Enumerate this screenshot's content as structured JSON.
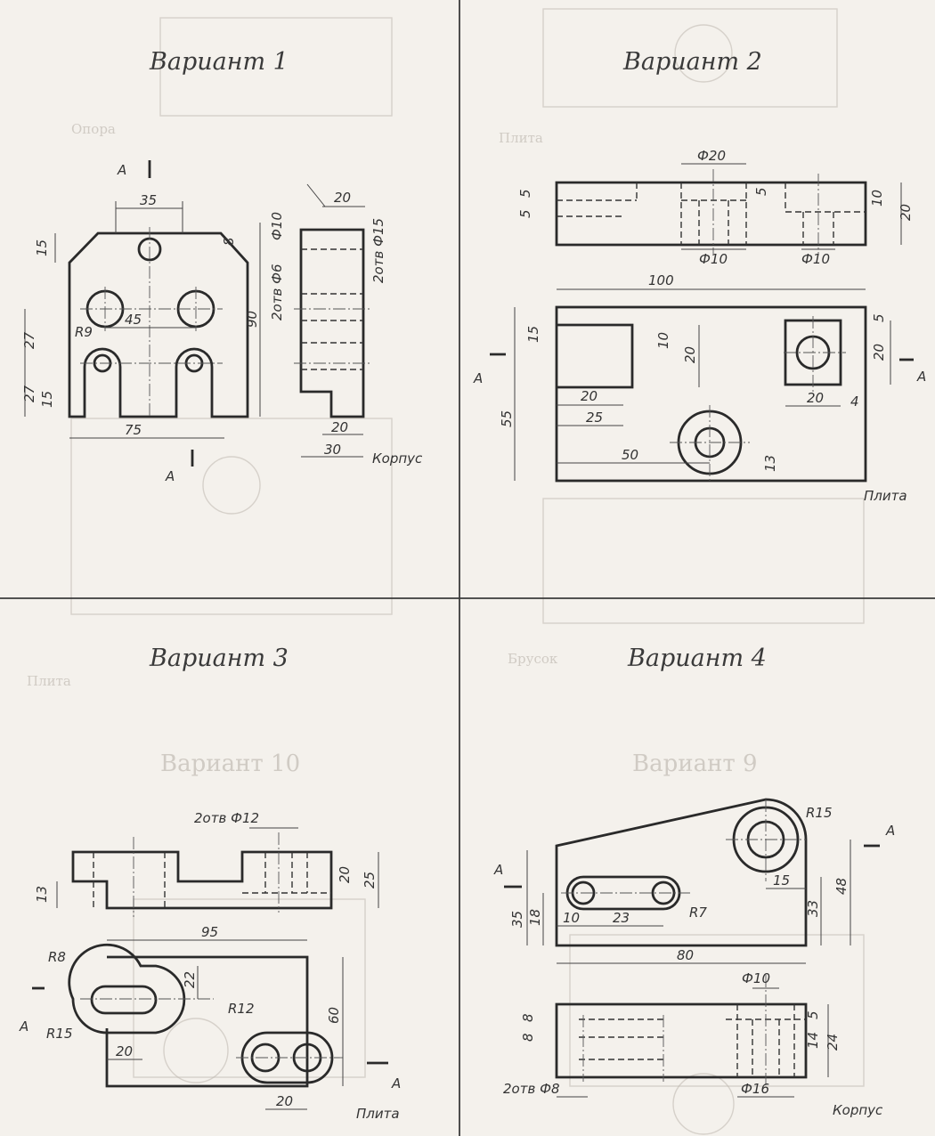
{
  "variants": [
    {
      "title": "Вариант 1",
      "part_name": "Корпус",
      "section_label": "А",
      "dims": {
        "d35": "35",
        "d15a": "15",
        "d8": "8",
        "d10": "Ф10",
        "d90": "90",
        "d2otv6": "2отв Ф6",
        "d20": "20",
        "d2otv15": "2отв Ф15",
        "d27a": "27",
        "d27b": "27",
        "d15b": "15",
        "d45": "45",
        "r9": "R9",
        "d75": "75",
        "d20b": "20",
        "d30": "30"
      }
    },
    {
      "title": "Вариант 2",
      "part_name": "Плита",
      "section_label": "А",
      "dims": {
        "d5a": "5",
        "d5b": "5",
        "d20": "Ф20",
        "d5c": "5",
        "d10": "10",
        "d20h": "20",
        "d10a": "Ф10",
        "d10b": "Ф10",
        "d100": "100",
        "d15": "15",
        "d10c": "10",
        "d20c": "20",
        "d55": "55",
        "d20d": "20",
        "d25": "25",
        "d50": "50",
        "d13": "13",
        "d5d": "5",
        "d20e": "20",
        "d20f": "20",
        "d4": "4"
      }
    },
    {
      "title": "Вариант 3",
      "part_name": "Плита",
      "section_label": "А",
      "dims": {
        "d2otv12": "2отв Ф12",
        "d13": "13",
        "d20": "20",
        "d25": "25",
        "d95": "95",
        "r8": "R8",
        "d22": "22",
        "r12": "R12",
        "d60": "60",
        "r15": "R15",
        "d20b": "20",
        "d20c": "20"
      }
    },
    {
      "title": "Вариант 4",
      "part_name": "Корпус",
      "section_label": "А",
      "dims": {
        "r15": "R15",
        "d15": "15",
        "d48": "48",
        "d33": "33",
        "d35": "35",
        "d18": "18",
        "d10": "10",
        "d23": "23",
        "r7": "R7",
        "d80": "80",
        "d10b": "Ф10",
        "d8a": "8",
        "d8b": "8",
        "d5": "5",
        "d14": "14",
        "d24": "24",
        "d2otv8": "2отв Ф8",
        "d16": "Ф16"
      }
    }
  ],
  "ghost_text": {
    "t1": "Вариант 10",
    "t2": "Вариант 9",
    "t3": "Плита",
    "t4": "Опора",
    "t5": "Плита",
    "t6": "Брусок"
  }
}
